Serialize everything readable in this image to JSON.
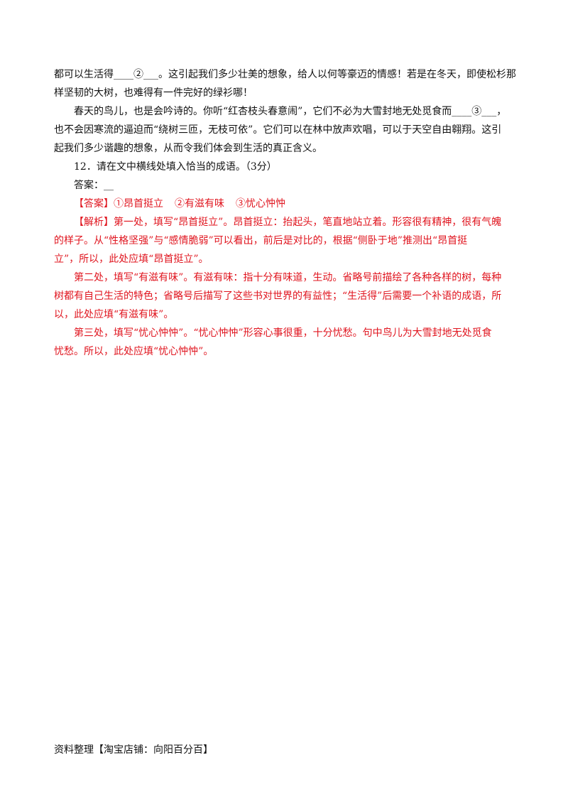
{
  "passage": {
    "p1_l1": "都可以生活得____②___。这引起我们多少壮美的想象，给人以何等豪迈的情感！若是在冬天，即使松杉那",
    "p1_l2": "样坚韧的大树，也难得有一件完好的绿衫哪！",
    "p2_l1": "春天的鸟儿，也是会吟诗的。你听“红杏枝头春意闹”，它们不必为大雪封地无处觅食而____③___，",
    "p2_l2": "也不会因寒流的逼迫而“绕树三匝，无枝可依”。它们可以在林中放声欢唱，可以于天空自由翱翔。这引",
    "p2_l3": "起我们多少谐趣的想象，从而令我们体会到生活的真正含义。"
  },
  "question": {
    "text": "12．请在文中横线处填入恰当的成语。（3分）",
    "answer_label": "答案：__"
  },
  "answer": {
    "tag": "【答案】",
    "item1": "①昂首挺立",
    "item2": "②有滋有味",
    "item3": "③忧心忡忡"
  },
  "analysis": {
    "tag": "【解析】",
    "p1_l1": "第一处，填写“昂首挺立”。昂首挺立：抬起头，笔直地站立着。形容很有精神，很有气魄",
    "p1_l2": "的样子。从“性格坚强”与“感情脆弱”可以看出，前后是对比的，根据“侧卧于地”推测出“昂首挺",
    "p1_l3": "立”，所以，此处应填“昂首挺立”。",
    "p2_l1": "第二处，填写“有滋有味”。有滋有味：指十分有味道，生动。省略号前描绘了各种各样的树，每种",
    "p2_l2": "树都有自己生活的特色；省略号后描写了这些书对世界的有益性；“生活得”后需要一个补语的成语，所",
    "p2_l3": "以，此处应填“有滋有味”。",
    "p3_l1": "第三处，填写“忧心忡忡”。“忧心忡忡”形容心事很重，十分忧愁。句中鸟儿为大雪封地无处觅食",
    "p3_l2": "忧愁。所以，此处应填“忧心忡忡”。"
  },
  "footer": {
    "text": "资料整理【淘宝店铺：向阳百分百】"
  },
  "colors": {
    "body_text": "#111111",
    "answer_red": "#e0141e"
  }
}
